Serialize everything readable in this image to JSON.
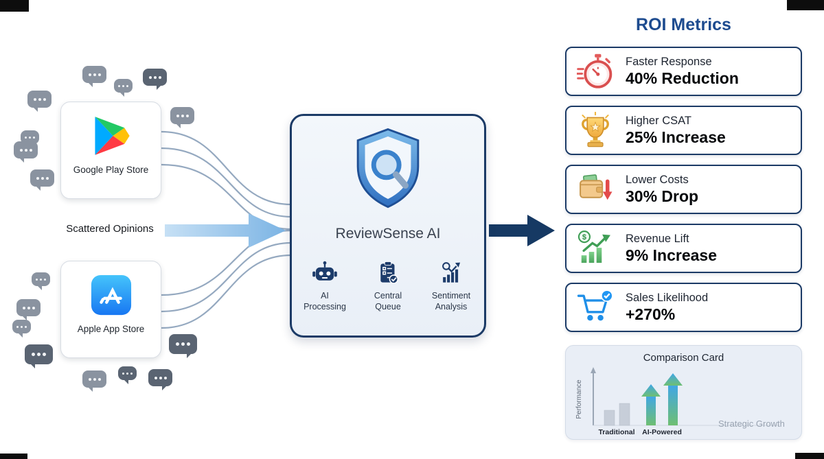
{
  "left": {
    "scattered_label": "Scattered Opinions",
    "stores": [
      {
        "name": "Google Play Store"
      },
      {
        "name": "Apple App Store"
      }
    ]
  },
  "center": {
    "title": "ReviewSense AI",
    "features": [
      {
        "label": "AI Processing"
      },
      {
        "label": "Central Queue"
      },
      {
        "label": "Sentiment Analysis"
      }
    ]
  },
  "roi": {
    "title": "ROI Metrics",
    "metrics": [
      {
        "icon": "stopwatch-icon",
        "label": "Faster Response",
        "value": "40% Reduction"
      },
      {
        "icon": "trophy-icon",
        "label": "Higher CSAT",
        "value": "25% Increase"
      },
      {
        "icon": "wallet-down-icon",
        "label": "Lower Costs",
        "value": "30% Drop"
      },
      {
        "icon": "revenue-growth-icon",
        "label": "Revenue Lift",
        "value": "9% Increase"
      },
      {
        "icon": "shopping-cart-icon",
        "label": "Sales Likelihood",
        "value": "+270%"
      }
    ]
  },
  "comparison": {
    "title": "Comparison Card",
    "ylabel": "Performance",
    "annotation": "Strategic Growth",
    "chart_data": {
      "type": "bar",
      "categories": [
        "Traditional",
        "AI-Powered"
      ],
      "series": [
        {
          "name": "Traditional",
          "values": [
            25,
            35
          ],
          "style": "gray-bars"
        },
        {
          "name": "AI-Powered",
          "values": [
            60,
            80
          ],
          "style": "gradient-up-arrows"
        }
      ],
      "ylabel": "Performance",
      "legend": false
    }
  },
  "glyphs": {
    "dollar": "$"
  },
  "colors": {
    "navy_border": "#1b3a66",
    "roi_title_blue": "#1d4b8f",
    "light_arrow_blue": "#7cb4e4",
    "dark_arrow_navy": "#163963",
    "bubble_gray": "#8a93a0",
    "bubble_dark": "#5a6472"
  },
  "icons": {
    "chat-bubble-icon": "speech bubble with ellipsis dots",
    "google-play-logo-icon": "multicolor play triangle",
    "apple-app-store-logo-icon": "blue rounded square with white A",
    "shield-magnifier-icon": "blue shield with magnifying glass",
    "robot-icon": "robot head",
    "clipboard-check-icon": "clipboard with checklist and check badge",
    "sentiment-chart-icon": "rising bars with magnifier and arrow",
    "stopwatch-icon": "red stopwatch with speed lines",
    "trophy-icon": "gold trophy with star",
    "wallet-down-icon": "wallet with red down arrow",
    "revenue-growth-icon": "green bars, up arrow, dollar badge",
    "shopping-cart-icon": "blue cart with check badge"
  }
}
